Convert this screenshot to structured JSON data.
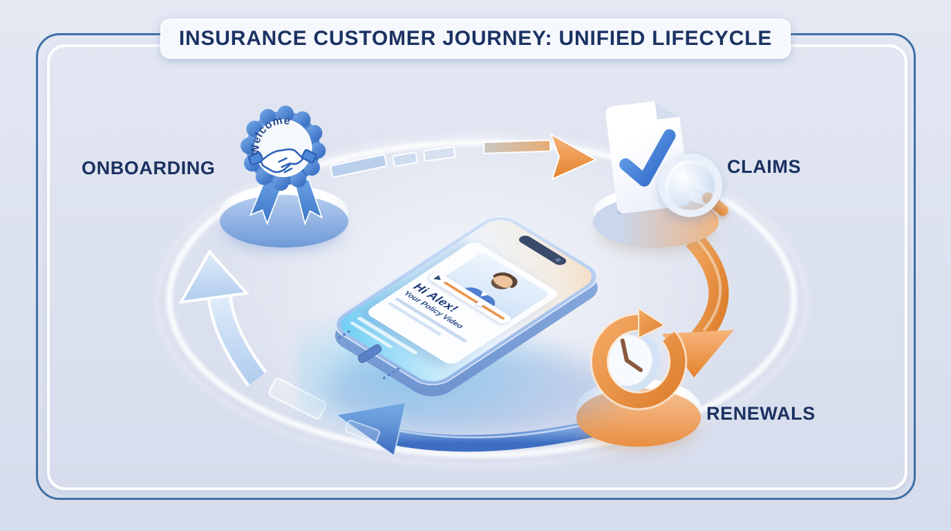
{
  "header": {
    "title": "INSURANCE CUSTOMER JOURNEY: UNIFIED LIFECYCLE"
  },
  "stages": {
    "onboarding": {
      "label": "ONBOARDING",
      "badge_text": "Welcome",
      "icon": "handshake-welcome-badge-icon"
    },
    "claims": {
      "label": "CLAIMS",
      "icon": "document-check-magnifier-icon"
    },
    "renewals": {
      "label": "RENEWALS",
      "icon": "clock-renew-cycle-icon"
    }
  },
  "phone": {
    "greeting": "Hi Alex!",
    "subtitle": "Your Policy Video",
    "player_icon": "video-play-button-icon"
  },
  "flow": {
    "arrows": [
      {
        "from": "onboarding",
        "to": "claims",
        "style": "dashed",
        "color_hint": "blue-to-orange"
      },
      {
        "from": "claims",
        "to": "renewals",
        "style": "solid",
        "color_hint": "orange"
      },
      {
        "from": "renewals",
        "to": "left-cycle",
        "style": "solid",
        "color_hint": "blue"
      },
      {
        "from": "left-cycle",
        "to": "onboarding",
        "style": "glass",
        "color_hint": "light-blue"
      }
    ]
  },
  "colors": {
    "background": "#dde2ef",
    "frame_blue": "#3e6fa6",
    "navy_text": "#1b3160",
    "orange": "#ee9348",
    "blue": "#4a80d2",
    "light_blue": "#bdd5f1"
  }
}
